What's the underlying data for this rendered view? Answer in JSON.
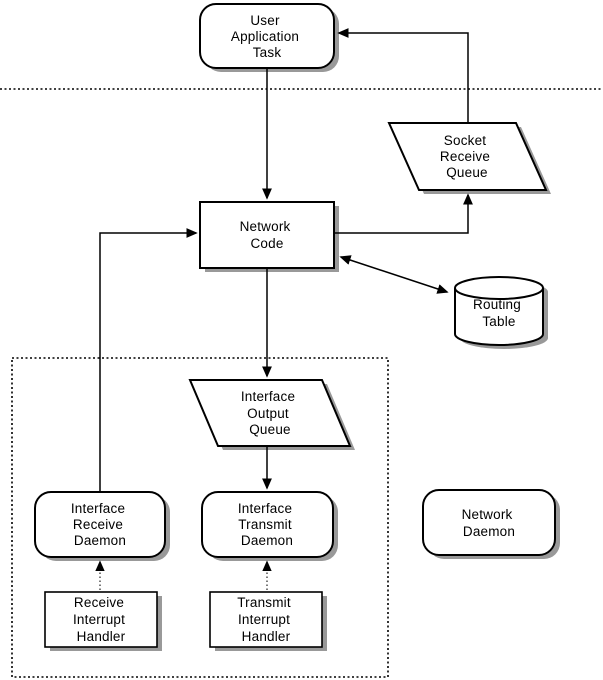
{
  "colors": {
    "background": "#ffffff",
    "line": "#000000",
    "node_fill": "#ffffff",
    "shadow": "#999999"
  },
  "nodes": {
    "user_application_task": {
      "lines": [
        "User",
        "Application",
        "Task"
      ],
      "shape": "rounded-rect"
    },
    "socket_receive_queue": {
      "lines": [
        "Socket",
        "Receive",
        "Queue"
      ],
      "shape": "parallelogram"
    },
    "network_code": {
      "lines": [
        "Network",
        "Code"
      ],
      "shape": "rect"
    },
    "routing_table": {
      "lines": [
        "Routing",
        "Table"
      ],
      "shape": "cylinder"
    },
    "interface_output_queue": {
      "lines": [
        "Interface",
        "Output",
        "Queue"
      ],
      "shape": "parallelogram"
    },
    "interface_receive_daemon": {
      "lines": [
        "Interface",
        "Receive",
        "Daemon"
      ],
      "shape": "rounded-rect"
    },
    "interface_transmit_daemon": {
      "lines": [
        "Interface",
        "Transmit",
        "Daemon"
      ],
      "shape": "rounded-rect"
    },
    "network_daemon": {
      "lines": [
        "Network",
        "Daemon"
      ],
      "shape": "rounded-rect"
    },
    "receive_interrupt_handler": {
      "lines": [
        "Receive",
        "Interrupt",
        "Handler"
      ],
      "shape": "rect"
    },
    "transmit_interrupt_handler": {
      "lines": [
        "Transmit",
        "Interrupt",
        "Handler"
      ],
      "shape": "rect"
    }
  },
  "edges": [
    {
      "from": "user_application_task",
      "to": "network_code",
      "style": "solid-arrow"
    },
    {
      "from": "socket_receive_queue",
      "to": "user_application_task",
      "style": "solid-arrow"
    },
    {
      "from": "network_code",
      "to": "socket_receive_queue",
      "style": "solid-arrow"
    },
    {
      "from": "network_code",
      "to": "routing_table",
      "style": "solid-bidirectional-arrow"
    },
    {
      "from": "network_code",
      "to": "interface_output_queue",
      "style": "solid-arrow"
    },
    {
      "from": "interface_output_queue",
      "to": "interface_transmit_daemon",
      "style": "solid-arrow"
    },
    {
      "from": "interface_receive_daemon",
      "to": "network_code",
      "style": "solid-arrow"
    },
    {
      "from": "receive_interrupt_handler",
      "to": "interface_receive_daemon",
      "style": "dotted-arrow"
    },
    {
      "from": "transmit_interrupt_handler",
      "to": "interface_transmit_daemon",
      "style": "dotted-arrow"
    }
  ],
  "regions": {
    "user_kernel_separator": "dotted horizontal line",
    "interface_layer_boundary": "dotted rectangle"
  }
}
